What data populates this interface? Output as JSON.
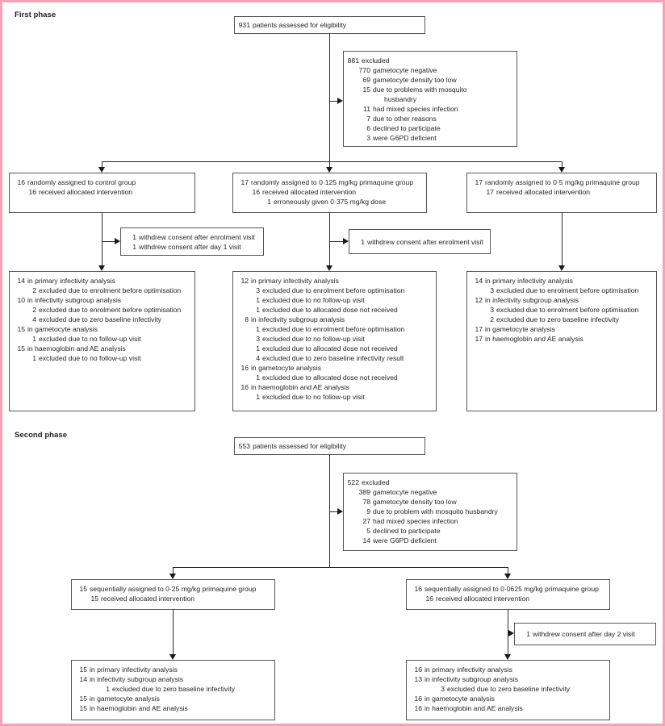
{
  "colors": {
    "frame_border": "#f2a3b7",
    "box_border": "#55565a",
    "connector": "#1a1a1a",
    "text": "#231f20"
  },
  "phase1": {
    "label": "First phase",
    "eligibility": {
      "lines": [
        {
          "n": "931",
          "t": "patients assessed for eligibility",
          "l": 0
        }
      ]
    },
    "excluded": {
      "lines": [
        {
          "n": "881",
          "t": "excluded",
          "l": 0
        },
        {
          "n": "770",
          "t": "gametocyte negative",
          "l": 1
        },
        {
          "n": "69",
          "t": "gametocyte density too low",
          "l": 1
        },
        {
          "n": "15",
          "t": "due to problems with mosquito",
          "l": 1
        },
        {
          "n": "",
          "t": "husbandry",
          "l": 2
        },
        {
          "n": "11",
          "t": "had mixed species infection",
          "l": 1
        },
        {
          "n": "7",
          "t": "due to other reasons",
          "l": 1
        },
        {
          "n": "6",
          "t": "declined to participate",
          "l": 1
        },
        {
          "n": "3",
          "t": "were G6PD deficient",
          "l": 1
        }
      ]
    },
    "control_group": {
      "lines": [
        {
          "n": "16",
          "t": "randomly assigned to control group",
          "l": 0
        },
        {
          "n": "16",
          "t": "received allocated intervention",
          "l": 1
        }
      ]
    },
    "pq0125_group": {
      "lines": [
        {
          "n": "17",
          "t": "randomly assigned to 0·125 mg/kg primaquine group",
          "l": 0
        },
        {
          "n": "16",
          "t": "received allocated intervention",
          "l": 1
        },
        {
          "n": "1",
          "t": "erroneously given 0·375 mg/kg dose",
          "l": 2
        }
      ]
    },
    "pq05_group": {
      "lines": [
        {
          "n": "17",
          "t": "randomly assigned to 0·5 mg/kg primaquine group",
          "l": 0
        },
        {
          "n": "17",
          "t": "received allocated intervention",
          "l": 1
        }
      ]
    },
    "withdraw_control": {
      "lines": [
        {
          "n": "1",
          "t": "withdrew consent after enrolment visit",
          "l": 0
        },
        {
          "n": "1",
          "t": "withdrew consent after day 1 visit",
          "l": 0
        }
      ]
    },
    "withdraw_pq0125": {
      "lines": [
        {
          "n": "1",
          "t": "withdrew consent after enrolment visit",
          "l": 0
        }
      ]
    },
    "analysis_control": {
      "lines": [
        {
          "n": "14",
          "t": "in primary infectivity analysis",
          "l": 0
        },
        {
          "n": "2",
          "t": "excluded due to enrolment before optimisation",
          "l": 1
        },
        {
          "n": "10",
          "t": "in infectivity subgroup analysis",
          "l": 0
        },
        {
          "n": "2",
          "t": "excluded due to enrolment before optimisation",
          "l": 1
        },
        {
          "n": "4",
          "t": "excluded due to zero baseline infectivity",
          "l": 1
        },
        {
          "n": "15",
          "t": "in gametocyte analysis",
          "l": 0
        },
        {
          "n": "1",
          "t": "excluded due to no follow-up visit",
          "l": 1
        },
        {
          "n": "15",
          "t": "in haemoglobin and AE analysis",
          "l": 0
        },
        {
          "n": "1",
          "t": "excluded due to no follow-up visit",
          "l": 1
        }
      ]
    },
    "analysis_pq0125": {
      "lines": [
        {
          "n": "12",
          "t": "in primary infectivity analysis",
          "l": 0
        },
        {
          "n": "3",
          "t": "excluded due to enrolment before optimisation",
          "l": 1
        },
        {
          "n": "1",
          "t": "excluded due to no follow-up visit",
          "l": 1
        },
        {
          "n": "1",
          "t": "excluded due to allocated dose not received",
          "l": 1
        },
        {
          "n": "8",
          "t": "in infectivity subgroup analysis",
          "l": 0
        },
        {
          "n": "1",
          "t": "excluded due to enrolment before optimisation",
          "l": 1
        },
        {
          "n": "3",
          "t": "excluded due to no follow-up visit",
          "l": 1
        },
        {
          "n": "1",
          "t": "excluded due to allocated dose not received",
          "l": 1
        },
        {
          "n": "4",
          "t": "excluded due to zero baseline infectivity result",
          "l": 1
        },
        {
          "n": "16",
          "t": "in gametocyte analysis",
          "l": 0
        },
        {
          "n": "1",
          "t": "excluded due to allocated dose not received",
          "l": 1
        },
        {
          "n": "16",
          "t": "in haemoglobin and AE analysis",
          "l": 0
        },
        {
          "n": "1",
          "t": "excluded due to no follow-up visit",
          "l": 1
        }
      ]
    },
    "analysis_pq05": {
      "lines": [
        {
          "n": "14",
          "t": "in primary infectivity analysis",
          "l": 0
        },
        {
          "n": "3",
          "t": "excluded due to enrolment before optimisation",
          "l": 1
        },
        {
          "n": "12",
          "t": "in infectivity subgroup analysis",
          "l": 0
        },
        {
          "n": "3",
          "t": "excluded due to enrolment before optimisation",
          "l": 1
        },
        {
          "n": "2",
          "t": "excluded due to zero baseline infectivity",
          "l": 1
        },
        {
          "n": "17",
          "t": "in gametocyte analysis",
          "l": 0
        },
        {
          "n": "17",
          "t": "in haemoglobin and AE analysis",
          "l": 0
        }
      ]
    }
  },
  "phase2": {
    "label": "Second phase",
    "eligibility": {
      "lines": [
        {
          "n": "553",
          "t": "patients assessed for eligibility",
          "l": 0
        }
      ]
    },
    "excluded": {
      "lines": [
        {
          "n": "522",
          "t": "excluded",
          "l": 0
        },
        {
          "n": "389",
          "t": "gametocyte negative",
          "l": 1
        },
        {
          "n": "78",
          "t": "gametocyte density too low",
          "l": 1
        },
        {
          "n": "9",
          "t": "due to problem with mosquito husbandry",
          "l": 1
        },
        {
          "n": "27",
          "t": "had mixed species infection",
          "l": 1
        },
        {
          "n": "5",
          "t": "declined to participate",
          "l": 1
        },
        {
          "n": "14",
          "t": "were G6PD deficient",
          "l": 1
        }
      ]
    },
    "pq025_group": {
      "lines": [
        {
          "n": "15",
          "t": "sequentially assigned to 0·25 mg/kg primaquine group",
          "l": 0
        },
        {
          "n": "15",
          "t": "received allocated intervention",
          "l": 1
        }
      ]
    },
    "pq00625_group": {
      "lines": [
        {
          "n": "16",
          "t": "sequentially assigned to 0·0625 mg/kg primaquine group",
          "l": 0
        },
        {
          "n": "16",
          "t": "received allocated intervention",
          "l": 1
        }
      ]
    },
    "withdraw_pq00625": {
      "lines": [
        {
          "n": "1",
          "t": "withdrew consent after day 2 visit",
          "l": 0
        }
      ]
    },
    "analysis_pq025": {
      "lines": [
        {
          "n": "15",
          "t": "in primary infectivity analysis",
          "l": 0
        },
        {
          "n": "14",
          "t": "in infectivity subgroup analysis",
          "l": 0
        },
        {
          "n": "1",
          "t": "excluded due to zero baseline infectivity",
          "l": 2
        },
        {
          "n": "15",
          "t": "in gametocyte analysis",
          "l": 0
        },
        {
          "n": "15",
          "t": "in haemoglobin and AE analysis",
          "l": 0
        }
      ]
    },
    "analysis_pq00625": {
      "lines": [
        {
          "n": "16",
          "t": "in primary infectivity analysis",
          "l": 0
        },
        {
          "n": "13",
          "t": "in infectivity subgroup analysis",
          "l": 0
        },
        {
          "n": "3",
          "t": "excluded due to zero baseline infectivity",
          "l": 2
        },
        {
          "n": "16",
          "t": "in gametocyte analysis",
          "l": 0
        },
        {
          "n": "16",
          "t": "in haemoglobin and AE analysis",
          "l": 0
        }
      ]
    }
  }
}
